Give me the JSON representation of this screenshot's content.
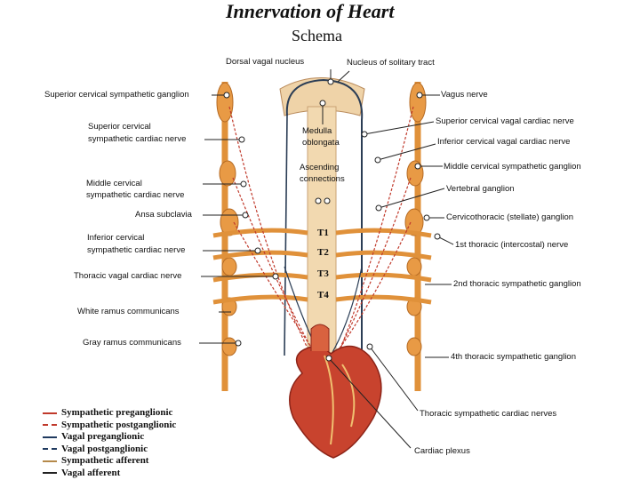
{
  "title": "Innervation of Heart",
  "subtitle": "Schema",
  "labels": {
    "dorsal_vagal_nucleus": "Dorsal vagal nucleus",
    "nucleus_solitary_tract": "Nucleus of solitary tract",
    "superior_cervical_sympathetic_ganglion": "Superior cervical sympathetic ganglion",
    "vagus_nerve": "Vagus nerve",
    "superior_cervical_sympathetic_cardiac_nerve_1": "Superior cervical",
    "superior_cervical_sympathetic_cardiac_nerve_2": "sympathetic cardiac nerve",
    "medulla_1": "Medulla",
    "medulla_2": "oblongata",
    "superior_cervical_vagal_cardiac_nerve": "Superior cervical vagal cardiac nerve",
    "inferior_cervical_vagal_cardiac_nerve": "Inferior cervical vagal cardiac nerve",
    "ascending_1": "Ascending",
    "ascending_2": "connections",
    "middle_cervical_sympathetic_ganglion": "Middle cervical sympathetic ganglion",
    "middle_cervical_sympathetic_cardiac_nerve_1": "Middle cervical",
    "middle_cervical_sympathetic_cardiac_nerve_2": "sympathetic cardiac nerve",
    "vertebral_ganglion": "Vertebral ganglion",
    "ansa_subclavia": "Ansa subclavia",
    "cervicothoracic_ganglion": "Cervicothoracic (stellate) ganglion",
    "inferior_cervical_sympathetic_cardiac_nerve_1": "Inferior cervical",
    "inferior_cervical_sympathetic_cardiac_nerve_2": "sympathetic cardiac nerve",
    "first_thoracic_nerve": "1st thoracic (intercostal) nerve",
    "thoracic_vagal_cardiac_nerve": "Thoracic vagal cardiac nerve",
    "second_thoracic_sympathetic_ganglion": "2nd thoracic sympathetic ganglion",
    "white_ramus": "White ramus communicans",
    "gray_ramus": "Gray ramus communicans",
    "fourth_thoracic_sympathetic_ganglion": "4th thoracic sympathetic ganglion",
    "thoracic_sympathetic_cardiac_nerves": "Thoracic sympathetic cardiac nerves",
    "cardiac_plexus": "Cardiac plexus"
  },
  "segments": [
    "T1",
    "T2",
    "T3",
    "T4"
  ],
  "legend": [
    {
      "label": "Sympathetic preganglionic",
      "color": "#c0392b",
      "style": "solid"
    },
    {
      "label": "Sympathetic postganglionic",
      "color": "#c0392b",
      "style": "dashed"
    },
    {
      "label": "Vagal preganglionic",
      "color": "#1f3a5f",
      "style": "solid"
    },
    {
      "label": "Vagal postganglionic",
      "color": "#1f3a5f",
      "style": "dashed"
    },
    {
      "label": "Sympathetic afferent",
      "color": "#b5894a",
      "style": "solid"
    },
    {
      "label": "Vagal afferent",
      "color": "#222222",
      "style": "solid"
    }
  ],
  "colors": {
    "nerve_orange": "#e0913a",
    "ganglion": "#e89a45",
    "cord": "#f2d9b0",
    "heart_red": "#c8432e",
    "vagal": "#2b3d55",
    "leader": "#222222"
  }
}
